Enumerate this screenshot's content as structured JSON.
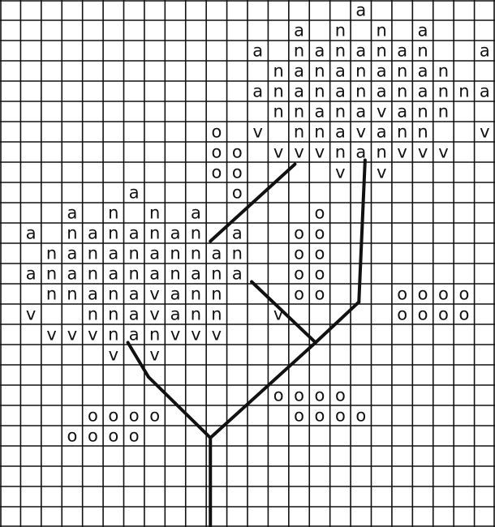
{
  "grid": {
    "columns": 24,
    "rows": 26,
    "line_color": "#111111",
    "background": "#ffffff",
    "cells": [
      "                 a      ",
      "              a n n a   ",
      "            a nananan  a",
      "             nanananan  ",
      "            anananananna",
      "             nnanavann  ",
      "          o v nnavann  v",
      "          oo vvvnanvvv  ",
      "          oo    v v     ",
      "      a    o            ",
      "   a n n a     o        ",
      " a nananan a  oo        ",
      "  nananannan  oo        ",
      " ananananana  oo        ",
      "  nnanavann   oo   oooo ",
      " v  nnavann  v     oooo ",
      "  vvvnanvvv             ",
      "     v v                ",
      "                        ",
      "             oooo       ",
      "    oooo      oooo      ",
      "   oooo                 ",
      "                        ",
      "                        ",
      "                        ",
      "                        "
    ]
  },
  "stems": {
    "stroke_color": "#111111",
    "segments": [
      [
        [
          10.2,
          26
        ],
        [
          10.2,
          21.6
        ]
      ],
      [
        [
          10.2,
          21.6
        ],
        [
          7.2,
          18.6
        ]
      ],
      [
        [
          7.2,
          18.6
        ],
        [
          6.2,
          16.9
        ]
      ],
      [
        [
          10.2,
          21.6
        ],
        [
          15.3,
          16.9
        ]
      ],
      [
        [
          15.3,
          16.9
        ],
        [
          12.2,
          13.9
        ]
      ],
      [
        [
          15.3,
          16.9
        ],
        [
          17.4,
          14.9
        ]
      ],
      [
        [
          17.4,
          14.9
        ],
        [
          17.7,
          7.9
        ]
      ],
      [
        [
          10.2,
          11.9
        ],
        [
          14.3,
          8.1
        ]
      ]
    ]
  }
}
